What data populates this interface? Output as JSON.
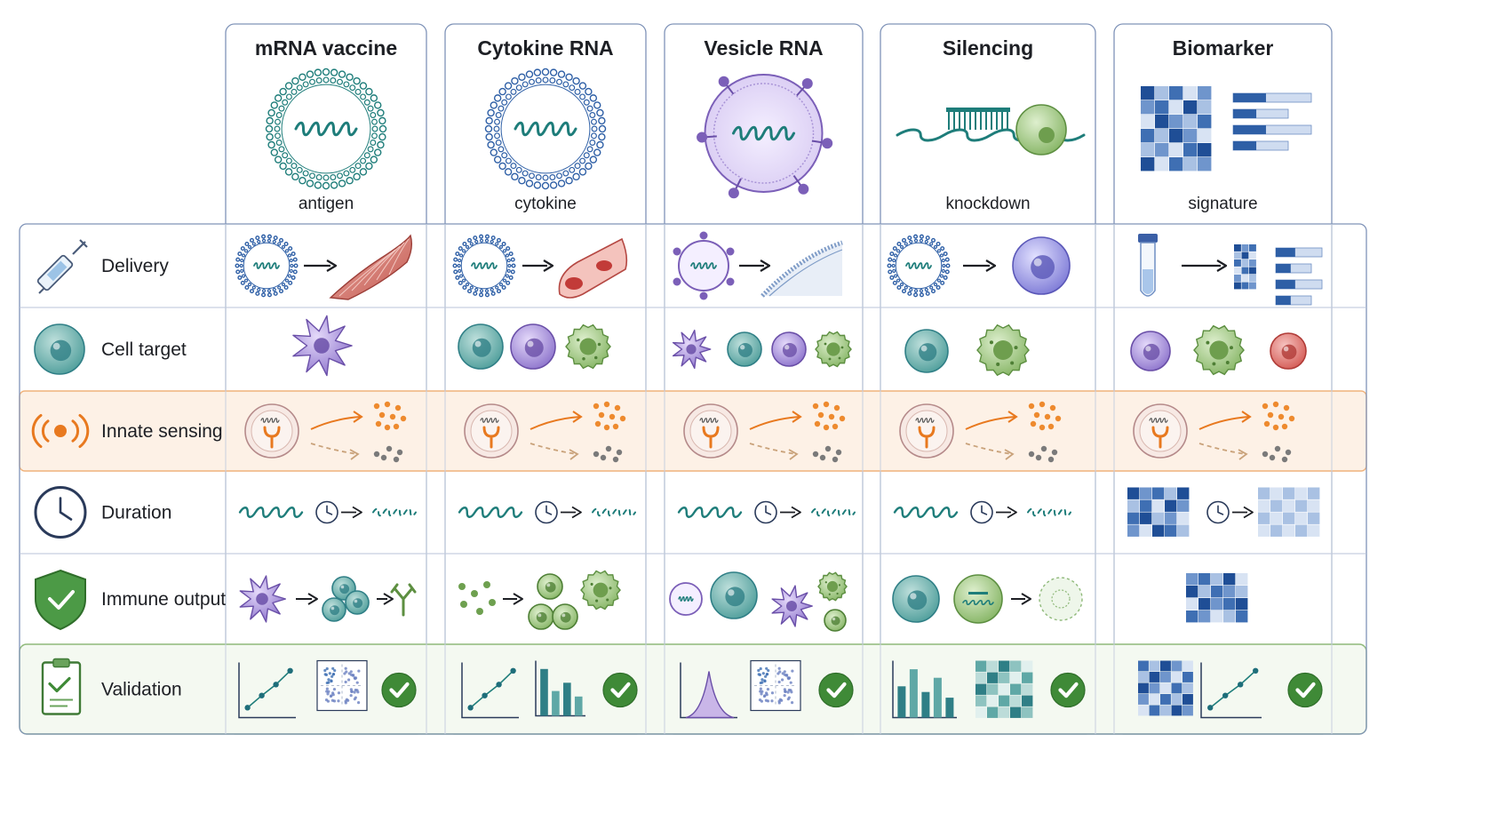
{
  "columns": [
    {
      "id": "mrna",
      "title": "mRNA vaccine",
      "caption": "antigen"
    },
    {
      "id": "cytokine",
      "title": "Cytokine RNA",
      "caption": "cytokine"
    },
    {
      "id": "vesicle",
      "title": "Vesicle RNA",
      "caption": ""
    },
    {
      "id": "silencing",
      "title": "Silencing",
      "caption": "knockdown"
    },
    {
      "id": "biomarker",
      "title": "Biomarker",
      "caption": "signature"
    }
  ],
  "rows": [
    {
      "id": "delivery",
      "label": "Delivery",
      "icon": "syringe-icon"
    },
    {
      "id": "cell-target",
      "label": "Cell target",
      "icon": "cell-icon"
    },
    {
      "id": "innate-sensing",
      "label": "Innate sensing",
      "icon": "signal-waves-icon"
    },
    {
      "id": "duration",
      "label": "Duration",
      "icon": "clock-icon"
    },
    {
      "id": "immune-output",
      "label": "Immune output",
      "icon": "shield-check-icon"
    },
    {
      "id": "validation",
      "label": "Validation",
      "icon": "clipboard-check-icon"
    }
  ],
  "colors": {
    "teal": "#1e7d7a",
    "teal_light": "#5fa8a6",
    "purple": "#7b5fb8",
    "purple_light": "#c9b6e8",
    "green": "#6ea04f",
    "green_light": "#b8d6a0",
    "red": "#c0423f",
    "blue_dark": "#2e5fa6",
    "blue_mid": "#5b86c4",
    "blue_light": "#c6d6ee",
    "orange": "#e8791f",
    "frame": "#7f93b8"
  }
}
